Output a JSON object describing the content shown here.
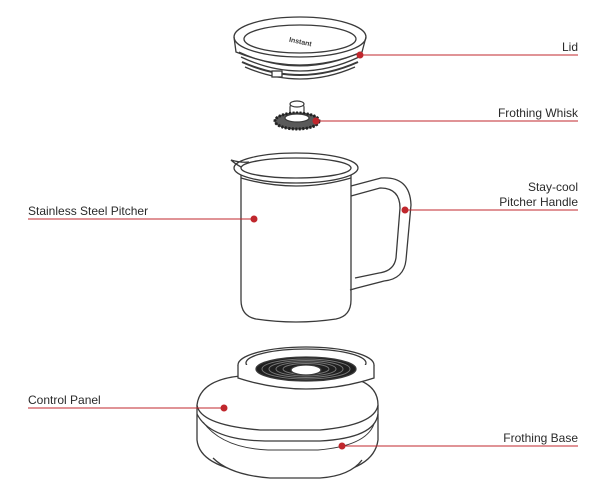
{
  "accent_color": "#c0272d",
  "outline_color": "#3a3a3a",
  "brand_mark": "Instant",
  "labels": {
    "lid": "Lid",
    "frothing_whisk": "Frothing Whisk",
    "stay_cool_line1": "Stay-cool",
    "stay_cool_line2": "Pitcher Handle",
    "pitcher": "Stainless Steel Pitcher",
    "control_panel": "Control Panel",
    "frothing_base": "Frothing Base"
  }
}
